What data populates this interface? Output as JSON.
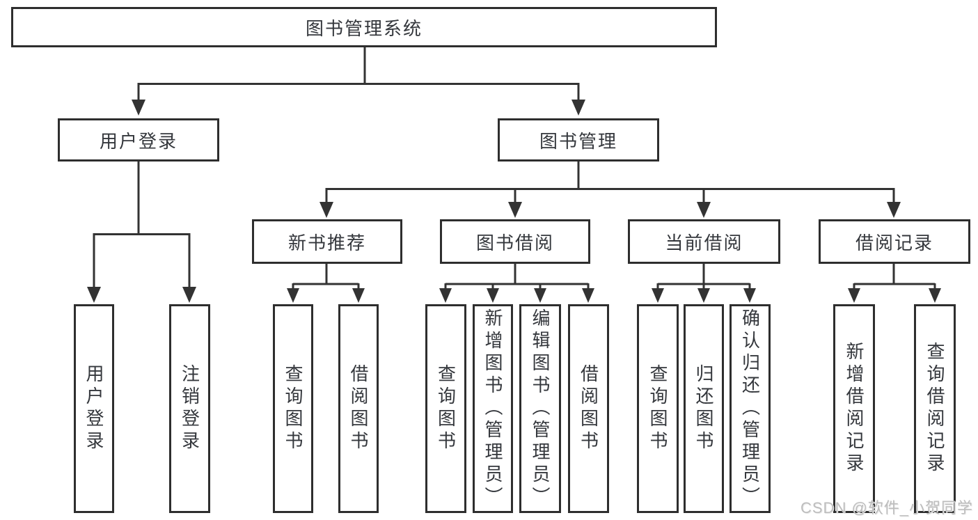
{
  "tree": {
    "root": {
      "label": "图书管理系统",
      "children": [
        {
          "label": "用户登录",
          "children": [
            {
              "label": "用户登录"
            },
            {
              "label": "注销登录"
            }
          ]
        },
        {
          "label": "图书管理",
          "children": [
            {
              "label": "新书推荐",
              "children": [
                {
                  "label": "查询图书"
                },
                {
                  "label": "借阅图书"
                }
              ]
            },
            {
              "label": "图书借阅",
              "children": [
                {
                  "label": "查询图书"
                },
                {
                  "label": "新增图书（管理员）"
                },
                {
                  "label": "编辑图书（管理员）"
                },
                {
                  "label": "借阅图书"
                }
              ]
            },
            {
              "label": "当前借阅",
              "children": [
                {
                  "label": "查询图书"
                },
                {
                  "label": "归还图书"
                },
                {
                  "label": "确认归还（管理员）"
                }
              ]
            },
            {
              "label": "借阅记录",
              "children": [
                {
                  "label": "新增借阅记录"
                },
                {
                  "label": "查询借阅记录"
                }
              ]
            }
          ]
        }
      ]
    }
  },
  "watermark": {
    "text": "CSDN @软件_小贺同学",
    "color": "#bdbdbd"
  },
  "colors": {
    "line": "#333333",
    "box_border": "#2e2e2e",
    "box_fill": "#ffffff",
    "text": "#34373c",
    "background": "#ffffff"
  }
}
